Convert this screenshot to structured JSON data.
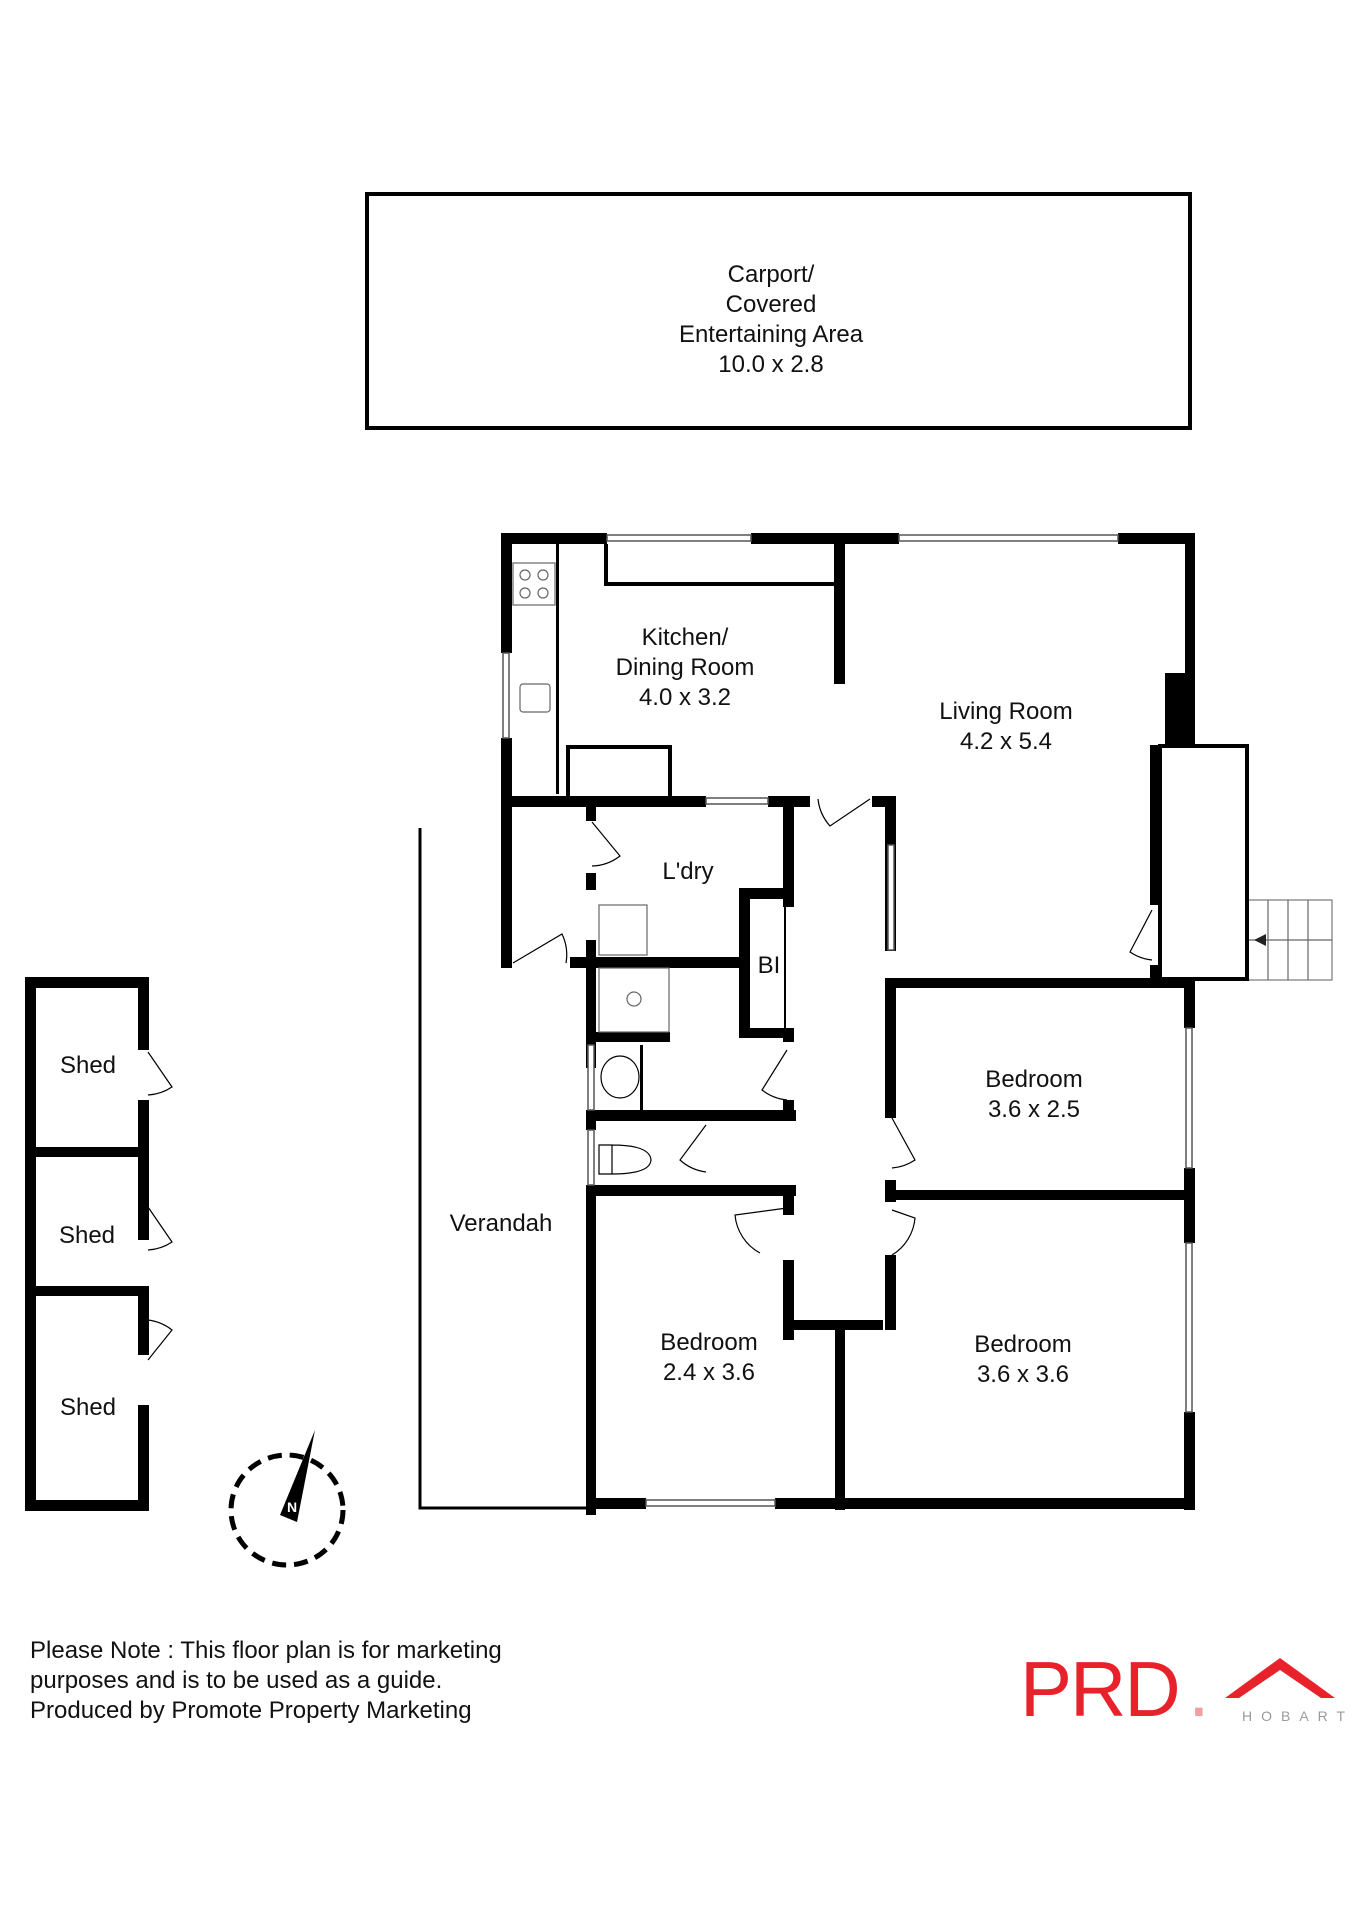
{
  "plan": {
    "rooms": [
      {
        "id": "carport",
        "name_lines": [
          "Carport/",
          "Covered",
          "Entertaining Area"
        ],
        "dims": "10.0 x 2.8"
      },
      {
        "id": "kitchen",
        "name_lines": [
          "Kitchen/",
          "Dining Room"
        ],
        "dims": "4.0 x 3.2"
      },
      {
        "id": "living",
        "name_lines": [
          "Living Room"
        ],
        "dims": "4.2 x 5.4"
      },
      {
        "id": "laundry",
        "name_lines": [
          "L'dry"
        ],
        "dims": ""
      },
      {
        "id": "bi",
        "name_lines": [
          "BI"
        ],
        "dims": ""
      },
      {
        "id": "bedroom1",
        "name_lines": [
          "Bedroom"
        ],
        "dims": "3.6 x 2.5"
      },
      {
        "id": "bedroom2",
        "name_lines": [
          "Bedroom"
        ],
        "dims": "2.4 x 3.6"
      },
      {
        "id": "bedroom3",
        "name_lines": [
          "Bedroom"
        ],
        "dims": "3.6 x 3.6"
      },
      {
        "id": "verandah",
        "name_lines": [
          "Verandah"
        ],
        "dims": ""
      },
      {
        "id": "shed1",
        "name_lines": [
          "Shed"
        ],
        "dims": ""
      },
      {
        "id": "shed2",
        "name_lines": [
          "Shed"
        ],
        "dims": ""
      },
      {
        "id": "shed3",
        "name_lines": [
          "Shed"
        ],
        "dims": ""
      }
    ],
    "compass": {
      "label": "N"
    }
  },
  "footer": {
    "note_lines": [
      "Please Note : This floor plan is for marketing",
      "purposes and is to be used as a guide.",
      "Produced by Promote Property Marketing"
    ]
  },
  "logo": {
    "brand": "PRD",
    "suffix": ".",
    "location": "HOBART",
    "color": "#e8222a"
  }
}
